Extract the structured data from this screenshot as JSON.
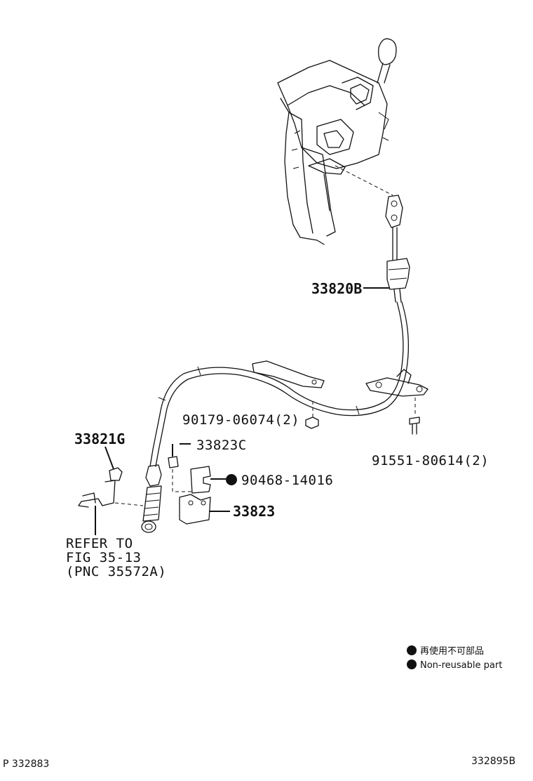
{
  "labels": {
    "p33820b": "33820B",
    "p90179": "90179-06074(2)",
    "p91551": "91551-80614(2)",
    "p33821g": "33821G",
    "p33823c": "33823C",
    "p90468": "90468-14016",
    "p33823": "33823",
    "refer_line1": "REFER TO",
    "refer_line2": "FIG 35-13",
    "refer_line3": "(PNC 35572A)"
  },
  "legend": {
    "item1": "再使用不可部品",
    "item2": "Non-reusable part"
  },
  "footer": {
    "left_code": "P 332883",
    "right_code": "332895B"
  }
}
